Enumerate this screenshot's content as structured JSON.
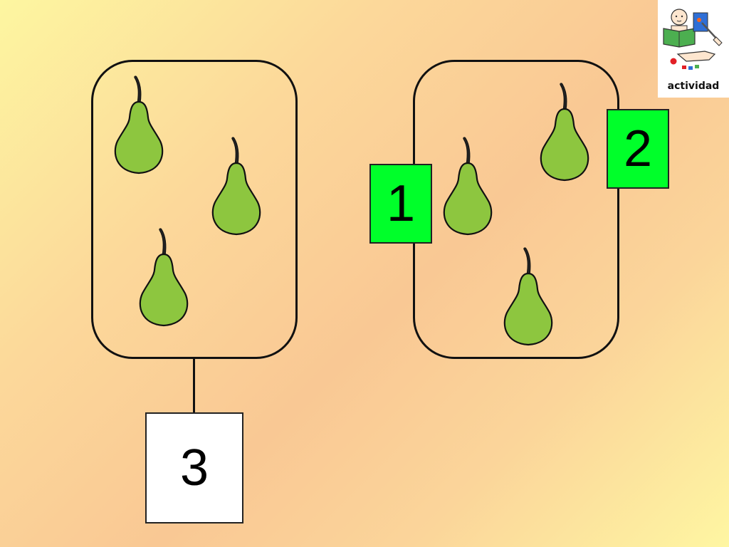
{
  "activity": {
    "logo_label": "actividad"
  },
  "sets": {
    "left": {
      "pear_count": 3
    },
    "right": {
      "pear_count": 3
    }
  },
  "cards": {
    "answer": "3",
    "option_1": "1",
    "option_2": "2"
  },
  "colors": {
    "pear_fill": "#8dc63f",
    "card_green": "#00ff2a",
    "answer_card": "#ffffff"
  },
  "icons": [
    "pear-icon",
    "actividad-pictogram"
  ]
}
